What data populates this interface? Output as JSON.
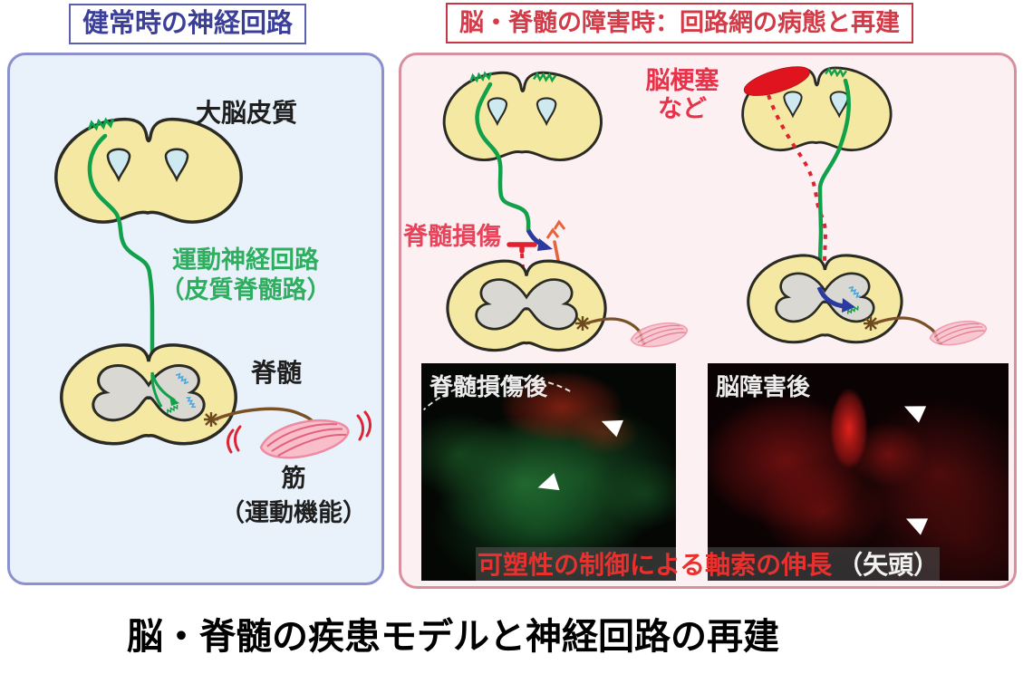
{
  "figure_title": "脳・脊髄の疾患モデルと神経回路の再建",
  "left_panel": {
    "title": "健常時の神経回路",
    "cortex_label": "大脳皮質",
    "circuit_label_line1": "運動神経回路",
    "circuit_label_line2": "（皮質脊髄路）",
    "spinal_label": "脊髄",
    "muscle_label_line1": "筋",
    "muscle_label_line2": "（運動機能）"
  },
  "right_panel": {
    "title": "脳・脊髄の障害時：回路網の病態と再建",
    "spinal_injury_label": "脊髄損傷",
    "stroke_label_line1": "脳梗塞",
    "stroke_label_line2": "など",
    "micro_left_label": "脊髄損傷後",
    "micro_right_label": "脳障害後",
    "micro_caption_red": "可塑性の制御による軸索の伸長",
    "micro_caption_white": "（矢頭）"
  },
  "colors": {
    "left_accent": "#3b3f99",
    "left_panel_bg": "#e9f2fb",
    "left_border": "#8b90ce",
    "right_accent": "#d23b47",
    "right_panel_bg": "#fcf0f2",
    "right_border": "#d9909e",
    "circuit_green": "#12a14b",
    "injury_red": "#e02230",
    "sprout_orange": "#e8623c",
    "rewiring_blue": "#2c3aa0",
    "interneuron_blue": "#49a8de",
    "motor_brown": "#7a5026",
    "muscle_pink": "#f8bfca",
    "brain_yellow": "#f5e8a3",
    "ventricle_blue": "#cfe9f0",
    "gray_matter": "#d9d8d3"
  }
}
